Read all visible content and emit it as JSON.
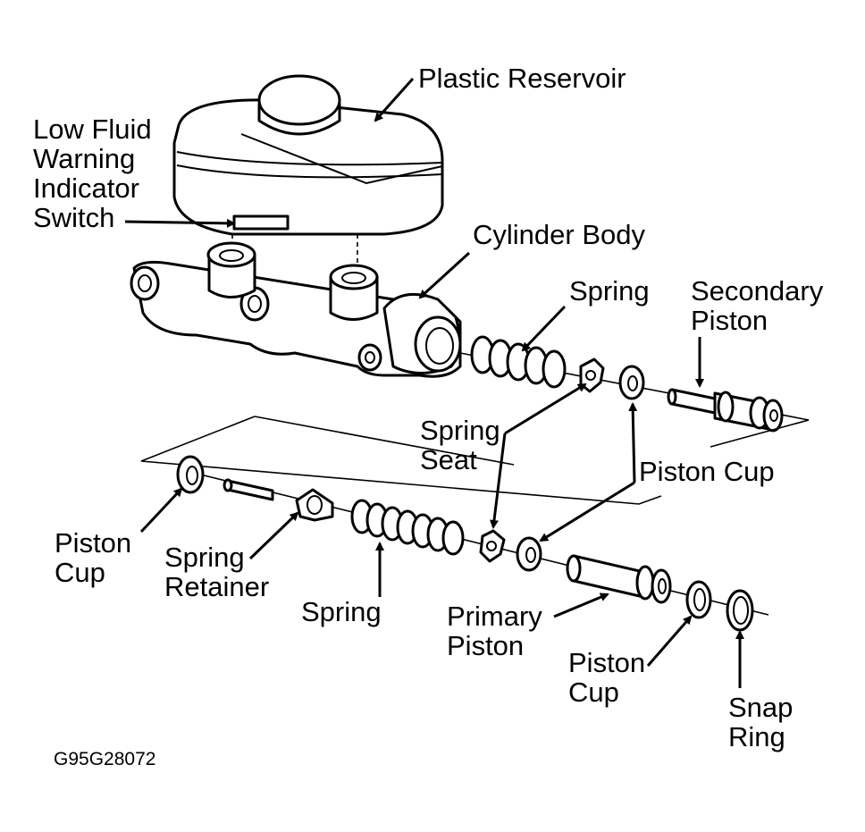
{
  "labels": {
    "plastic_reservoir": "Plastic Reservoir",
    "low_fluid_switch": [
      "Low Fluid",
      "Warning",
      "Indicator",
      "Switch"
    ],
    "cylinder_body": "Cylinder Body",
    "spring_top": "Spring",
    "secondary_piston": [
      "Secondary",
      "Piston"
    ],
    "spring_seat": [
      "Spring",
      "Seat"
    ],
    "piston_cup_right": "Piston Cup",
    "piston_cup_left": [
      "Piston",
      "Cup"
    ],
    "spring_retainer": [
      "Spring",
      "Retainer"
    ],
    "spring_bottom": "Spring",
    "primary_piston": [
      "Primary",
      "Piston"
    ],
    "piston_cup_bottom": [
      "Piston",
      "Cup"
    ],
    "snap_ring": [
      "Snap",
      "Ring"
    ]
  },
  "figure_code": "G95G28072",
  "colors": {
    "ink": "#000000",
    "paper": "#ffffff"
  }
}
